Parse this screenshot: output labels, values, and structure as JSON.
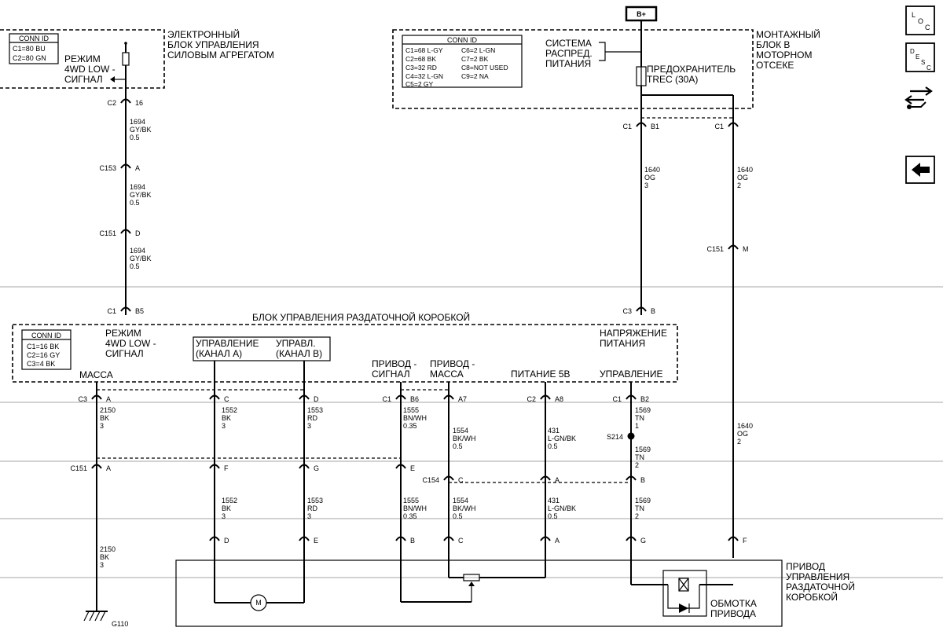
{
  "title_block": "БЛОК УПРАВЛЕНИЯ РАЗДАТОЧНОЙ КОРОБКОЙ",
  "ecm": {
    "lines": [
      "ЭЛЕКТРОННЫЙ",
      "БЛОК УПРАВЛЕНИЯ",
      "СИЛОВЫМ АГРЕГАТОМ"
    ],
    "conn_title": "CONN ID",
    "conn": [
      "C1=80 BU",
      "C2=80 GN"
    ],
    "signal": [
      "РЕЖИМ",
      "4WD LOW -",
      "СИГНАЛ"
    ]
  },
  "fuse_block": {
    "lines": [
      "МОНТАЖНЫЙ",
      "БЛОК В",
      "МОТОРНОМ",
      "ОТСЕКЕ"
    ],
    "conn_title": "CONN ID",
    "conn_left": [
      "C1=68 L-GY",
      "C2=68 BK",
      "C3=32 RD",
      "C4=32 L-GN",
      "C5=2 GY"
    ],
    "conn_right": [
      "C6=2 L-GN",
      "C7=2 BK",
      "C8=NOT USED",
      "C9=2 NA"
    ],
    "power_dist": [
      "СИСТЕМА",
      "РАСПРЕД.",
      "ПИТАНИЯ"
    ],
    "fuse": [
      "ПРЕДОХРАНИТЕЛЬ",
      "TREC (30A)"
    ],
    "battery": "B+"
  },
  "tccm": {
    "conn_title": "CONN ID",
    "conn": [
      "C1=16 BK",
      "C2=16 GY",
      "C3=4 BK"
    ],
    "signal": [
      "РЕЖИМ",
      "4WD LOW -",
      "СИГНАЛ"
    ],
    "ch_a": [
      "УПРАВЛЕНИЕ",
      "(КАНАЛ A)"
    ],
    "ch_b": [
      "УПРАВЛ.",
      "(КАНАЛ B)"
    ],
    "ground": "МАССА",
    "enc_sig": [
      "ПРИВОД -",
      "СИГНАЛ"
    ],
    "enc_gnd": [
      "ПРИВОД -",
      "МАССА"
    ],
    "pwr5": "ПИТАНИЕ 5В",
    "ctrl": "УПРАВЛЕНИЕ",
    "supply": [
      "НАПРЯЖЕНИЕ",
      "ПИТАНИЯ"
    ]
  },
  "actuator": {
    "lines": [
      "ПРИВОД",
      "УПРАВЛЕНИЯ",
      "РАЗДАТОЧНОЙ",
      "КОРОБКОЙ"
    ],
    "coil": [
      "ОБМОТКА",
      "ПРИВОДА"
    ],
    "motor": "M"
  },
  "ground_label": "G110",
  "splice_label": "S214",
  "connectors": [
    {
      "name": "C2",
      "pin": "16"
    },
    {
      "name": "C153",
      "pin": "A"
    },
    {
      "name": "C151",
      "pin": "D"
    },
    {
      "name": "C1",
      "pin": "B5"
    },
    {
      "name": "C1",
      "pin": "B1"
    },
    {
      "name": "C1",
      "pin": ""
    },
    {
      "name": "C151",
      "pin": "M"
    },
    {
      "name": "C3",
      "pin": "B"
    },
    {
      "name": "C3",
      "pin": "A"
    },
    {
      "name": "",
      "pin": "C"
    },
    {
      "name": "",
      "pin": "D"
    },
    {
      "name": "C1",
      "pin": "B6"
    },
    {
      "name": "",
      "pin": "A7"
    },
    {
      "name": "C2",
      "pin": "A8"
    },
    {
      "name": "C1",
      "pin": "B2"
    },
    {
      "name": "C151",
      "pin": "A"
    },
    {
      "name": "",
      "pin": "F"
    },
    {
      "name": "",
      "pin": "G"
    },
    {
      "name": "",
      "pin": "E"
    },
    {
      "name": "C154",
      "pin": "C"
    },
    {
      "name": "",
      "pin": "A"
    },
    {
      "name": "",
      "pin": "B"
    },
    {
      "name": "",
      "pin": "D"
    },
    {
      "name": "",
      "pin": "E"
    },
    {
      "name": "",
      "pin": "B"
    },
    {
      "name": "",
      "pin": "C"
    },
    {
      "name": "",
      "pin": "A"
    },
    {
      "name": "",
      "pin": "G"
    },
    {
      "name": "",
      "pin": "F"
    }
  ],
  "wires": [
    [
      "1694",
      "GY/BK",
      "0.5"
    ],
    [
      "1694",
      "GY/BK",
      "0.5"
    ],
    [
      "1694",
      "GY/BK",
      "0.5"
    ],
    [
      "1640",
      "OG",
      "3"
    ],
    [
      "1640",
      "OG",
      "2"
    ],
    [
      "2150",
      "BK",
      "3"
    ],
    [
      "1552",
      "BK",
      "3"
    ],
    [
      "1553",
      "RD",
      "3"
    ],
    [
      "1555",
      "BN/WH",
      "0.35"
    ],
    [
      "1554",
      "BK/WH",
      "0.5"
    ],
    [
      "431",
      "L-GN/BK",
      "0.5"
    ],
    [
      "1569",
      "TN",
      "1"
    ],
    [
      "1569",
      "TN",
      "2"
    ],
    [
      "1640",
      "OG",
      "2"
    ],
    [
      "1552",
      "BK",
      "3"
    ],
    [
      "1553",
      "RD",
      "3"
    ],
    [
      "1555",
      "BN/WH",
      "0.35"
    ],
    [
      "1554",
      "BK/WH",
      "0.5"
    ],
    [
      "431",
      "L-GN/BK",
      "0.5"
    ],
    [
      "1569",
      "TN",
      "2"
    ],
    [
      "2150",
      "BK",
      "3"
    ]
  ],
  "nav": {
    "loc_main": "L",
    "loc_sub1": "O",
    "loc_sub2": "C",
    "desc_main": "D",
    "desc_sub1": "E",
    "desc_sub2": "S",
    "desc_sub3": "C"
  }
}
